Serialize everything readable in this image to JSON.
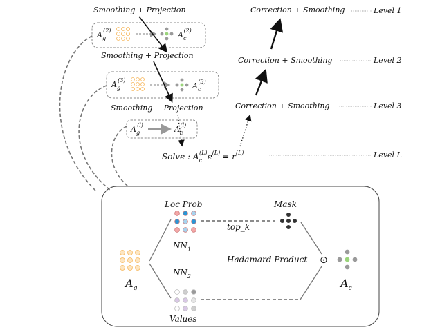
{
  "colors": {
    "orange": "#f6b65a",
    "gray": "#9a9a9a",
    "green": "#9ad47a",
    "blue": "#2a96d6",
    "lightblue": "#a7d3ee",
    "pink": "#f4a8a8",
    "lavender": "#d9c8e6",
    "dark": "#333333"
  },
  "pipeline": {
    "smoothing_projection": "Smoothing + Projection",
    "correction_smoothing": "Correction + Smoothing",
    "solve_prefix": "Solve : A",
    "solve_rhs": "e",
    "solve_r": "= r",
    "sup_L": "(L)",
    "level_1": "Level 1",
    "level_2": "Level 2",
    "level_3": "Level 3",
    "level_L": "Level L"
  },
  "matrices": {
    "A": "A",
    "g": "g",
    "c": "c",
    "sup_2": "(2)",
    "sup_3": "(3)",
    "sup_l": "(l)"
  },
  "detail": {
    "loc_prob": "Loc Prob",
    "mask": "Mask",
    "top_k": "top_k",
    "nn1": "NN",
    "nn1_sub": "1",
    "nn2": "NN",
    "nn2_sub": "2",
    "hadamard": "Hadamard Product",
    "odot": "⊙",
    "values": "Values",
    "A_g": "A",
    "A_g_sub": "g",
    "A_c": "A",
    "A_c_sub": "c"
  }
}
